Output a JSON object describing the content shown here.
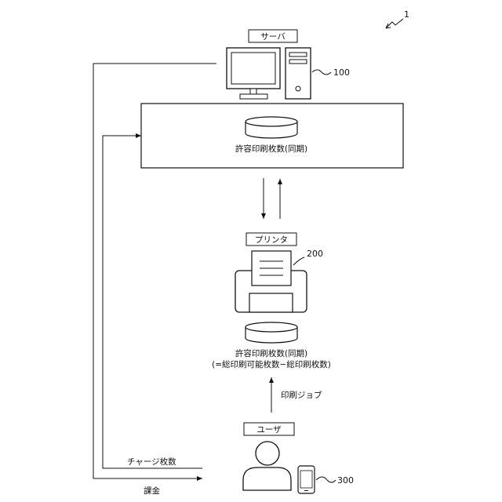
{
  "figure_ref": "1",
  "server": {
    "label": "サーバ",
    "ref": "100"
  },
  "sync_box": {
    "db_label": "許容印刷枚数(同期)"
  },
  "printer": {
    "label": "プリンタ",
    "ref": "200",
    "db_label_line1": "許容印刷枚数(同期)",
    "db_label_line2": "(=総印刷可能枚数−総印刷枚数)"
  },
  "print_job": {
    "label": "印刷ジョブ"
  },
  "user": {
    "label": "ユーザ",
    "ref": "300"
  },
  "charge": {
    "label": "チャージ枚数"
  },
  "billing": {
    "label": "課金"
  }
}
